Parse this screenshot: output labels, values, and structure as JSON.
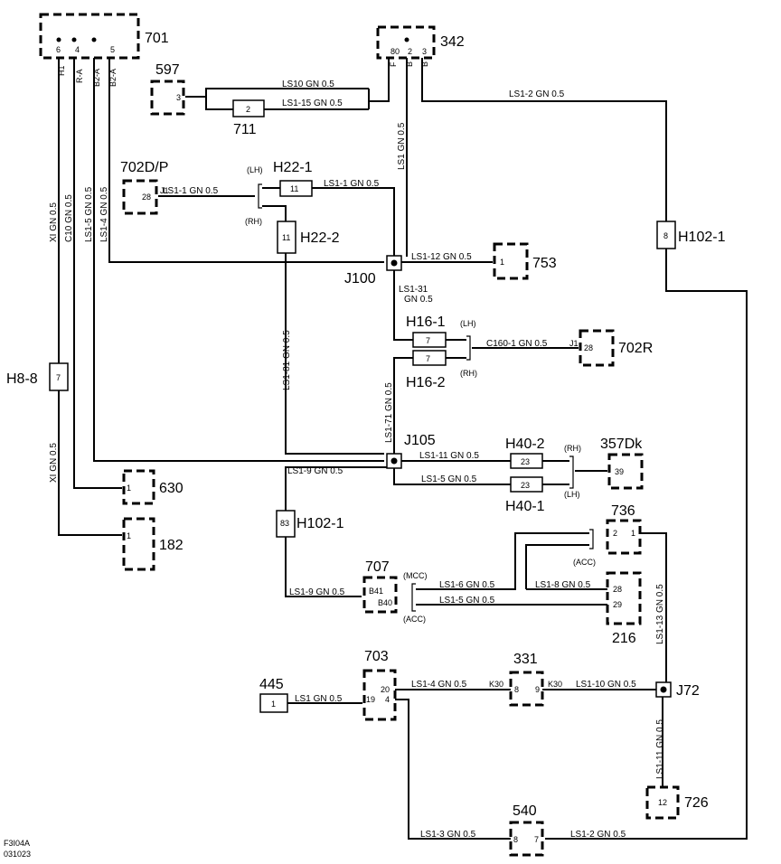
{
  "figure_code": "F3I04A",
  "figure_date": "031023",
  "components": {
    "c701": "701",
    "c342": "342",
    "c597": "597",
    "c711": "711",
    "c702dp": "702D/P",
    "c753": "753",
    "c702r": "702R",
    "c357dk": "357Dk",
    "c630": "630",
    "c182": "182",
    "c736": "736",
    "c707": "707",
    "c216": "216",
    "c703": "703",
    "c331": "331",
    "c445": "445",
    "c726": "726",
    "c540": "540"
  },
  "connectors": {
    "h22_1": "H22-1",
    "h22_2": "H22-2",
    "h16_1": "H16-1",
    "h16_2": "H16-2",
    "h102_1_top": "H102-1",
    "h102_1_mid": "H102-1",
    "h8_8": "H8-8",
    "h40_2": "H40-2",
    "h40_1": "H40-1"
  },
  "junctions": {
    "j100": "J100",
    "j105": "J105",
    "j72": "J72"
  },
  "wires": {
    "ls10": "LS10  GN  0.5",
    "ls1_15": "LS1-15  GN  0.5",
    "ls1_2_top": "LS1-2  GN  0.5",
    "ls1_gn_v": "LS1  GN  0.5",
    "ls1_1_left": "LS1-1  GN  0.5",
    "ls1_1_right": "LS1-1  GN  0.5",
    "ls1_12": "LS1-12  GN  0.5",
    "ls1_31": "LS1-31",
    "ls1_31b": "GN  0.5",
    "c160_1": "C160-1  GN  0.5",
    "ls1_81": "LS1-81  GN  0.5",
    "ls1_71": "LS1-71  GN  0.5",
    "ls1_11": "LS1-11  GN  0.5",
    "ls1_5_h40": "LS1-5  GN  0.5",
    "ls1_9_top": "LS1-9  GN  0.5",
    "ls1_9_bot": "LS1-9  GN  0.5",
    "ls1_6": "LS1-6  GN  0.5",
    "ls1_5_707": "LS1-5  GN  0.5",
    "ls1_8": "LS1-8  GN  0.5",
    "ls1_13": "LS1-13  GN  0.5",
    "ls1_4_703": "LS1-4  GN  0.5",
    "ls1_10": "LS1-10  GN  0.5",
    "ls1_445": "LS1  GN  0.5",
    "ls1_11_v": "LS1-11  GN  0.5",
    "ls1_3": "LS1-3  GN  0.5",
    "ls1_2_bot": "LS1-2  GN  0.5",
    "xi_top": "XI  GN  0.5",
    "c10": "C10  GN  0.5",
    "ls1_5_v": "LS1-5  GN  0.5",
    "ls1_4_v": "LS1-4  GN  0.5",
    "xi_bot": "XI  GN  0.5"
  },
  "notes": {
    "lh1": "(LH)",
    "rh1": "(RH)",
    "lh2": "(LH)",
    "rh2": "(RH)",
    "rh3": "(RH)",
    "lh3": "(LH)",
    "acc1": "(ACC)",
    "mcc": "(MCC)",
    "acc2": "(ACC)",
    "k30a": "K30",
    "k30b": "K30"
  },
  "pins": {
    "p701_6": "6",
    "p701_4": "4",
    "p701_5": "5",
    "p701_h1": "H1",
    "p701_ra": "R-A",
    "p701_b2a": "B2-A",
    "p342_80": "80",
    "p342_2": "2",
    "p342_3": "3",
    "p342_f": "F",
    "p342_b1": "B",
    "p342_b2": "B",
    "p597": "3",
    "p711": "2",
    "p702dp": "28",
    "p702dp_j1": "J1",
    "p_h22_1": "11",
    "p_h22_2": "11",
    "p753": "1",
    "p_h16_1": "7",
    "p_h16_2": "7",
    "p702r": "28",
    "p702r_j1": "J1",
    "p_h102_top": "8",
    "p_h8_8": "7",
    "p_h40_2": "23",
    "p_h40_1": "23",
    "p357": "39",
    "p630": "1",
    "p182": "1",
    "p_h102_mid": "83",
    "p736_2": "2",
    "p736_1": "1",
    "p707_b41": "B41",
    "p707_b40": "B40",
    "p216_28": "28",
    "p216_29": "29",
    "p703_20": "20",
    "p703_19": "19",
    "p703_4": "4",
    "p445": "1",
    "p331_8": "8",
    "p331_9": "9",
    "p726": "12",
    "p540_8": "8",
    "p540_7": "7"
  }
}
